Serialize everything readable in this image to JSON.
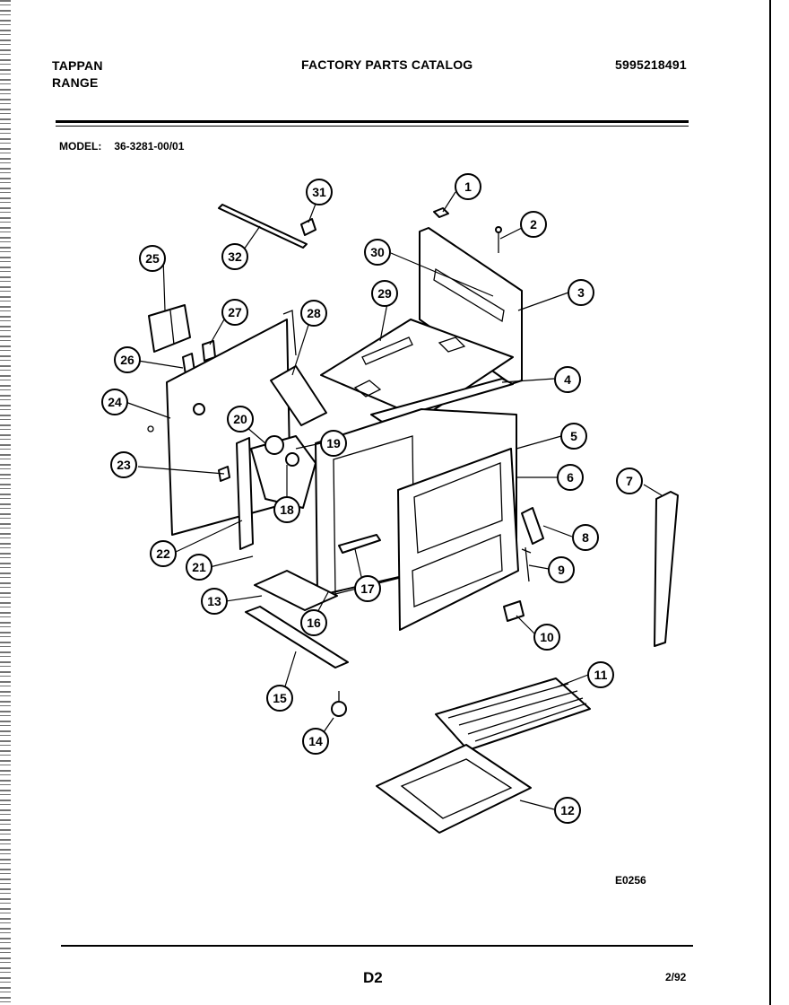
{
  "header": {
    "brand_line1": "TAPPAN",
    "brand_line2": "RANGE",
    "catalog_title": "FACTORY PARTS CATALOG",
    "catalog_number": "5995218491"
  },
  "model": {
    "label": "MODEL:",
    "value": "36-3281-00/01"
  },
  "callouts": [
    "1",
    "2",
    "3",
    "4",
    "5",
    "6",
    "7",
    "8",
    "9",
    "10",
    "11",
    "12",
    "13",
    "14",
    "15",
    "16",
    "17",
    "18",
    "19",
    "20",
    "21",
    "22",
    "23",
    "24",
    "25",
    "26",
    "27",
    "28",
    "29",
    "30",
    "31",
    "32"
  ],
  "drawing_code": "E0256",
  "footer": {
    "page": "D2",
    "date": "2/92"
  }
}
